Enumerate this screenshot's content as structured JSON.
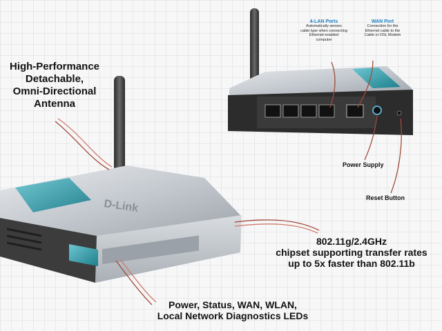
{
  "callouts": {
    "antenna": [
      "High-Performance",
      "Detachable,",
      "Omni-Directional",
      "Antenna"
    ],
    "chipset": [
      "802.11g/2.4GHz",
      "chipset supporting transfer rates",
      "up to 5x faster than 802.11b"
    ],
    "leds": [
      "Power, Status, WAN, WLAN,",
      "Local Network Diagnostics LEDs"
    ],
    "power_supply": "Power Supply",
    "reset_button": "Reset Button",
    "lan_ports": {
      "title": "4-LAN Ports",
      "desc": [
        "Automatically senses",
        "cable type when connecting",
        "Ethernet-enabled",
        "computer"
      ]
    },
    "wan_port": {
      "title": "WAN Port",
      "desc": [
        "Connection for the",
        "Ethernet cable to the",
        "Cable or DSL Modem"
      ]
    }
  },
  "brand": "D-Link",
  "colors": {
    "teal_accent": "#2e9aa8",
    "callout_line": "#a04a3a",
    "label_blue": "#1a7fc1"
  }
}
